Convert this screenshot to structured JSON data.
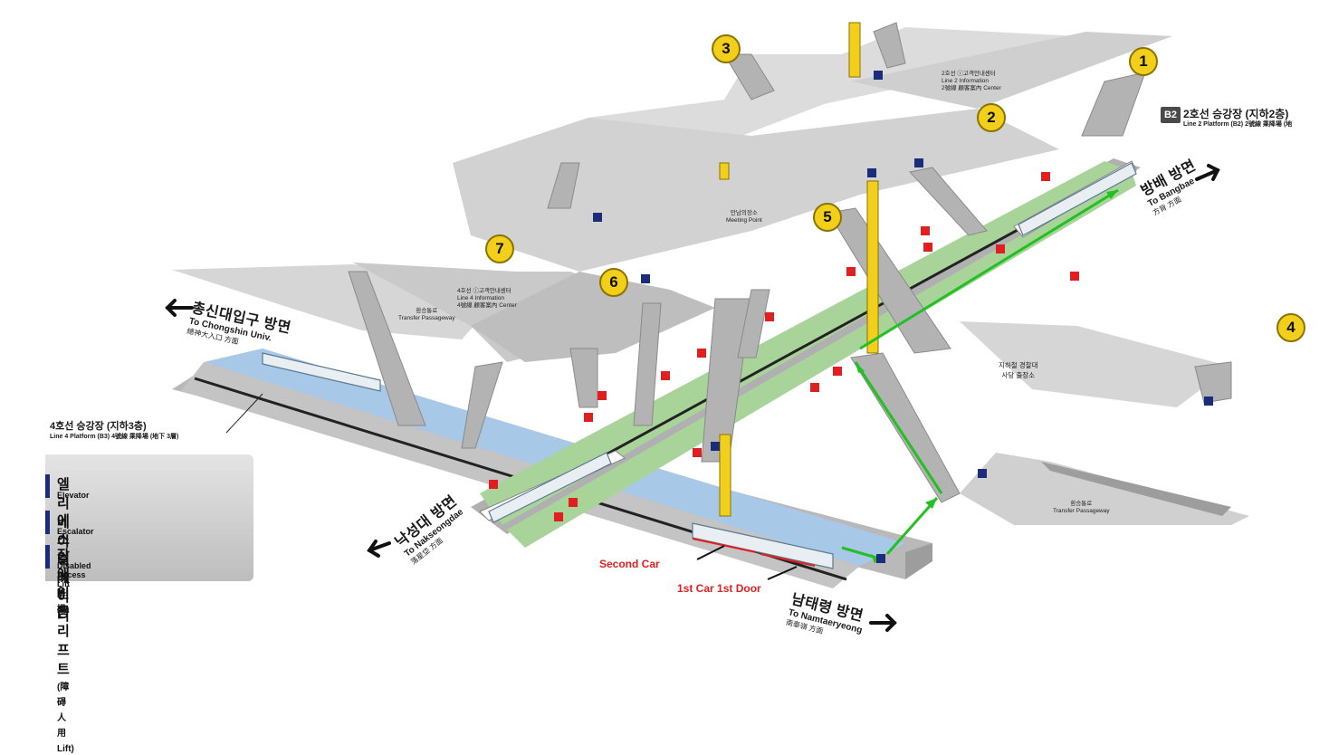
{
  "exits": [
    "1",
    "2",
    "3",
    "4",
    "5",
    "6",
    "7"
  ],
  "platform_b2": {
    "badge": "B2",
    "title": "2호선 승강장 (지하2층)",
    "subtitle": "Line 2 Platform (B2) 2號線 乘降場 (地"
  },
  "platform_b3": {
    "title": "4호선 승강장 (지하3층)",
    "subtitle": "Line 4 Platform (B3) 4號線 乘降場 (地下 3層)"
  },
  "directions": {
    "bangbae": {
      "ko": "방배 방면",
      "en": "To Bangbae",
      "cn": "方背 方面"
    },
    "chongshin": {
      "ko": "총신대입구 방면",
      "en": "To Chongshin Univ.",
      "cn": "總神大入口 方面"
    },
    "naksungdae": {
      "ko": "낙성대 방면",
      "en": "To Nakseongdae",
      "cn": "落星垈 方面"
    },
    "namtaeryeong": {
      "ko": "남태령 방면",
      "en": "To Namtaeryeong",
      "cn": "南泰嶺 方面"
    }
  },
  "info_centers": {
    "line2": {
      "ko": "2호선 ⓘ고객안내센터",
      "en": "Line 2 Information",
      "cn": "2號線 顧客案內 Center"
    },
    "line4": {
      "ko": "4호선 ⓘ고객안내센터",
      "en": "Line 4 Information",
      "cn": "4號線 顧客案內 Center"
    }
  },
  "meeting_point": {
    "ko": "만남의장소",
    "en": "Meeting Point"
  },
  "transfer_passage": {
    "ko": "환승통로",
    "en": "Transfer Passageway"
  },
  "police": {
    "ko": "지하철 경찰대",
    "ko2": "사당 출장소"
  },
  "annotations": {
    "second_car": "Second Car",
    "first_car_door": "1st Car 1st Door"
  },
  "legend": [
    {
      "ko": "엘리베이터",
      "cn": "(昇降機)",
      "en": "Elevator"
    },
    {
      "ko": "에스컬레이터",
      "cn": "",
      "en": "Escalator"
    },
    {
      "ko": "장애인용 리프트",
      "cn": "(障碍人用 Lift)",
      "en": "Disabled Access Lift"
    }
  ],
  "colors": {
    "floor": "#d6d6d6",
    "wall": "#a9a9a9",
    "line2_platform": "#a8d49a",
    "line4_platform": "#a8c8e8",
    "exit_marker": "#f2cf1b",
    "elevator_shaft": "#f2cf1b",
    "route_arrow": "#22c022",
    "car_marker": "#e02020",
    "icon_blue": "#1b2d7a"
  }
}
